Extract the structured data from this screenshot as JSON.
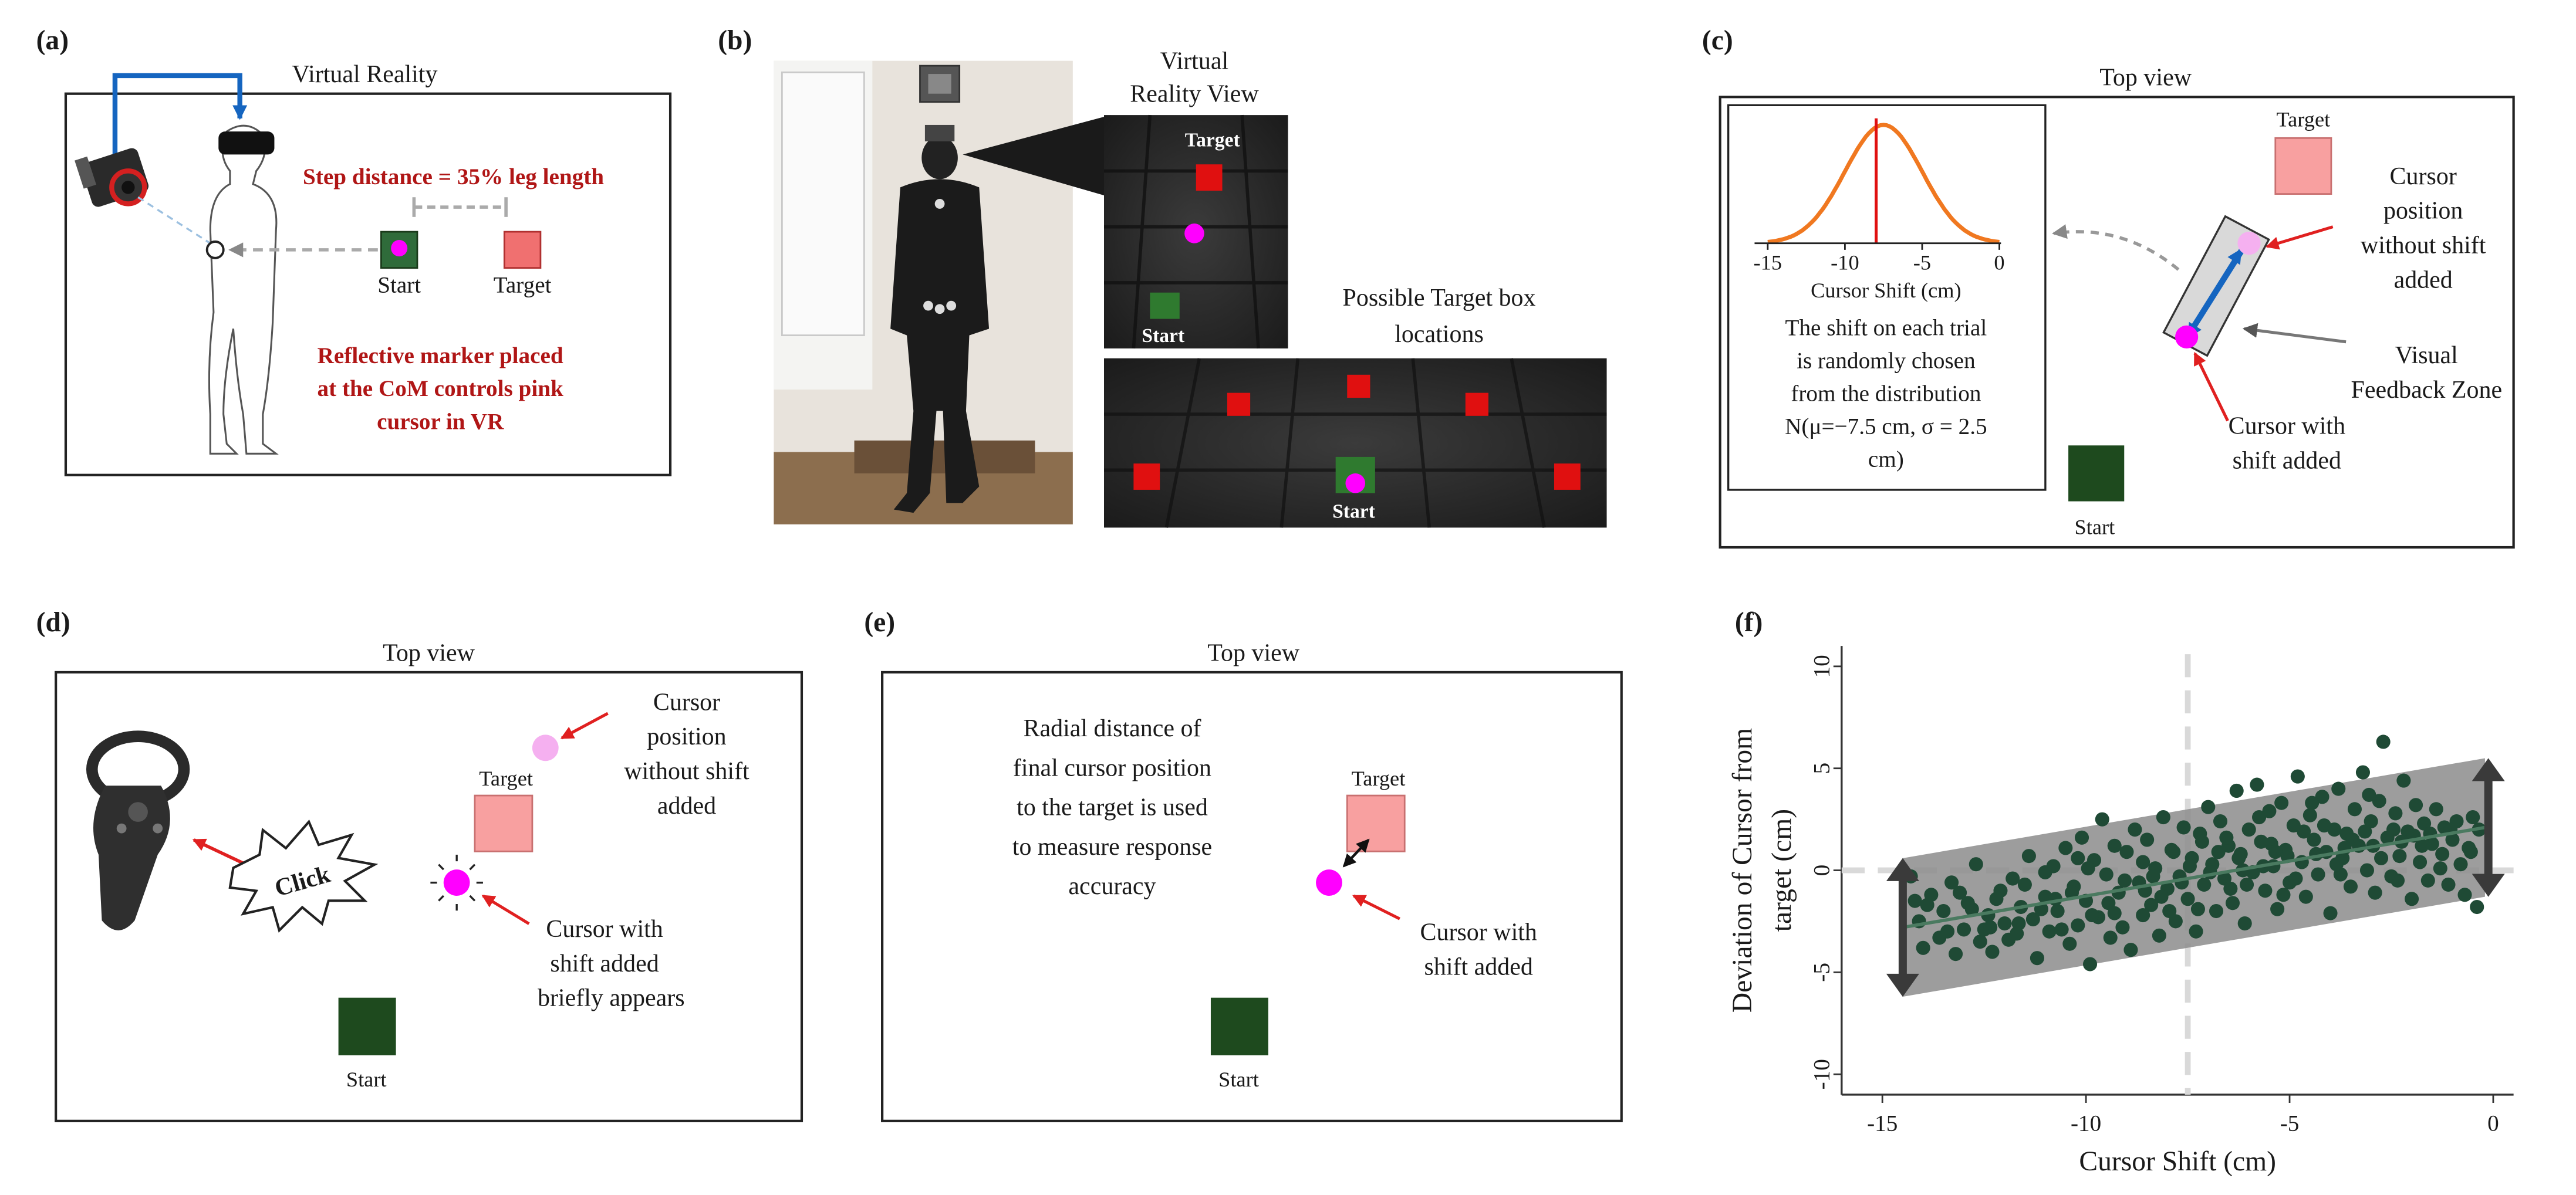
{
  "panels": {
    "a": {
      "label": "(a)",
      "title": "Virtual Reality",
      "step_text": "Step distance = 35% leg length",
      "start": "Start",
      "target": "Target",
      "marker_lines": [
        "Reflective marker placed",
        "at the CoM controls pink",
        "cursor in VR"
      ]
    },
    "b": {
      "label": "(b)",
      "vr_view_lines": [
        "Virtual",
        "Reality View"
      ],
      "vr_target": "Target",
      "vr_start": "Start",
      "possible_lines": [
        "Possible Target box",
        "locations"
      ],
      "start": "Start"
    },
    "c": {
      "label": "(c)",
      "title": "Top view",
      "dist_ticks": [
        "-15",
        "-10",
        "-5",
        "0"
      ],
      "dist_xlabel": "Cursor Shift (cm)",
      "dist_lines": [
        "The shift on each trial",
        "is randomly chosen",
        "from the distribution",
        "N(μ=−7.5 cm, σ = 2.5",
        "cm)"
      ],
      "target": "Target",
      "start": "Start",
      "without_lines": [
        "Cursor",
        "position",
        "without shift",
        "added"
      ],
      "visual_lines": [
        "Visual",
        "Feedback Zone"
      ],
      "with_lines": [
        "Cursor with",
        "shift added"
      ]
    },
    "d": {
      "label": "(d)",
      "title": "Top view",
      "without_lines": [
        "Cursor",
        "position",
        "without shift",
        "added"
      ],
      "target": "Target",
      "click": "Click",
      "with_lines": [
        "Cursor with",
        "shift added",
        "briefly appears"
      ],
      "start": "Start"
    },
    "e": {
      "label": "(e)",
      "title": "Top view",
      "radial_lines": [
        "Radial distance of",
        "final cursor position",
        "to the target is used",
        "to measure response",
        "accuracy"
      ],
      "target": "Target",
      "with_lines": [
        "Cursor with",
        "shift added"
      ],
      "start": "Start"
    },
    "f": {
      "label": "(f)"
    }
  },
  "colors": {
    "pink_cursor": "#ff00ff",
    "light_cursor": "#f5b0f0",
    "target_fill": "#f8a0a0",
    "start_fill": "#1e4a1e",
    "arrow_red": "#e02020",
    "arrow_blue": "#1565c0",
    "point_green": "#1f4a35",
    "band_gray": "#8c8c8c",
    "dist_orange": "#f07820"
  },
  "chart_data": {
    "type": "scatter",
    "xlabel": "Cursor Shift (cm)",
    "ylabel": "Deviation of Cursor from target (cm)",
    "xlim": [
      -16,
      0.5
    ],
    "ylim": [
      -11,
      11
    ],
    "xticks": [
      -15,
      -10,
      -5,
      0
    ],
    "yticks": [
      10,
      5,
      0,
      -5,
      -10
    ],
    "reference_lines": {
      "x": -7.5,
      "y": 0
    },
    "fit": {
      "x": [
        -14.5,
        -0.2
      ],
      "y": [
        -2.8,
        2.1
      ]
    },
    "band_halfwidth": 3.4,
    "points": [
      [
        -14.3,
        -0.3
      ],
      [
        -14.1,
        -2.5
      ],
      [
        -14.0,
        -3.8
      ],
      [
        -13.8,
        -1.2
      ],
      [
        -13.6,
        -3.3
      ],
      [
        -13.5,
        -2.0
      ],
      [
        -13.3,
        -0.6
      ],
      [
        -13.2,
        -4.1
      ],
      [
        -13.0,
        -2.9
      ],
      [
        -12.9,
        -1.6
      ],
      [
        -12.7,
        0.3
      ],
      [
        -12.6,
        -3.5
      ],
      [
        -12.4,
        -2.2
      ],
      [
        -12.3,
        -4.0
      ],
      [
        -12.1,
        -1.0
      ],
      [
        -12.0,
        -2.6
      ],
      [
        -11.8,
        -0.4
      ],
      [
        -11.7,
        -3.1
      ],
      [
        -11.6,
        -1.8
      ],
      [
        -11.4,
        0.7
      ],
      [
        -11.3,
        -2.4
      ],
      [
        -11.2,
        -4.3
      ],
      [
        -11.0,
        -1.3
      ],
      [
        -10.9,
        -3.0
      ],
      [
        -10.8,
        0.2
      ],
      [
        -10.7,
        -2.0
      ],
      [
        -10.5,
        1.1
      ],
      [
        -10.4,
        -3.6
      ],
      [
        -10.3,
        -0.8
      ],
      [
        -10.2,
        -2.7
      ],
      [
        -10.1,
        1.6
      ],
      [
        -10.0,
        -1.5
      ],
      [
        -9.9,
        -4.6
      ],
      [
        -9.8,
        0.5
      ],
      [
        -9.7,
        -2.3
      ],
      [
        -9.6,
        2.5
      ],
      [
        -9.5,
        -0.2
      ],
      [
        -9.4,
        -3.3
      ],
      [
        -9.3,
        1.2
      ],
      [
        -9.2,
        -1.1
      ],
      [
        -9.1,
        -2.8
      ],
      [
        -9.0,
        0.9
      ],
      [
        -8.9,
        -3.9
      ],
      [
        -8.8,
        2.0
      ],
      [
        -8.7,
        -0.6
      ],
      [
        -8.6,
        -2.2
      ],
      [
        -8.5,
        1.5
      ],
      [
        -8.4,
        -1.7
      ],
      [
        -8.3,
        0.1
      ],
      [
        -8.2,
        -3.2
      ],
      [
        -8.1,
        2.6
      ],
      [
        -8.0,
        -0.9
      ],
      [
        -7.9,
        1.0
      ],
      [
        -7.8,
        -2.5
      ],
      [
        -7.7,
        -0.3
      ],
      [
        -7.6,
        2.1
      ],
      [
        -7.5,
        -1.4
      ],
      [
        -7.4,
        0.6
      ],
      [
        -7.3,
        -3.0
      ],
      [
        -7.2,
        1.8
      ],
      [
        -7.1,
        -0.7
      ],
      [
        -7.0,
        3.1
      ],
      [
        -6.9,
        0.3
      ],
      [
        -6.8,
        -2.0
      ],
      [
        -6.7,
        2.4
      ],
      [
        -6.6,
        -0.4
      ],
      [
        -6.5,
        1.2
      ],
      [
        -6.4,
        -1.6
      ],
      [
        -6.3,
        3.9
      ],
      [
        -6.2,
        0.8
      ],
      [
        -6.1,
        -2.6
      ],
      [
        -6.0,
        2.0
      ],
      [
        -5.9,
        -0.1
      ],
      [
        -5.8,
        4.2
      ],
      [
        -5.7,
        1.4
      ],
      [
        -5.6,
        -1.0
      ],
      [
        -5.5,
        2.9
      ],
      [
        -5.4,
        0.2
      ],
      [
        -5.3,
        -1.9
      ],
      [
        -5.2,
        3.3
      ],
      [
        -5.1,
        1.0
      ],
      [
        -5.0,
        -0.6
      ],
      [
        -4.9,
        2.2
      ],
      [
        -4.8,
        4.6
      ],
      [
        -4.7,
        0.4
      ],
      [
        -4.6,
        -1.3
      ],
      [
        -4.5,
        2.7
      ],
      [
        -4.4,
        1.5
      ],
      [
        -4.3,
        -0.2
      ],
      [
        -4.2,
        3.6
      ],
      [
        -4.1,
        0.9
      ],
      [
        -4.0,
        -2.1
      ],
      [
        -3.9,
        2.0
      ],
      [
        -3.8,
        4.0
      ],
      [
        -3.7,
        0.6
      ],
      [
        -3.6,
        1.8
      ],
      [
        -3.5,
        -0.8
      ],
      [
        -3.4,
        3.0
      ],
      [
        -3.3,
        1.2
      ],
      [
        -3.2,
        4.8
      ],
      [
        -3.1,
        0.0
      ],
      [
        -3.0,
        2.4
      ],
      [
        -2.9,
        -1.1
      ],
      [
        -2.8,
        3.4
      ],
      [
        -2.7,
        6.3
      ],
      [
        -2.6,
        1.6
      ],
      [
        -2.5,
        -0.3
      ],
      [
        -2.4,
        2.8
      ],
      [
        -2.3,
        0.7
      ],
      [
        -2.2,
        4.4
      ],
      [
        -2.1,
        1.9
      ],
      [
        -2.0,
        -1.4
      ],
      [
        -1.9,
        3.2
      ],
      [
        -1.8,
        0.4
      ],
      [
        -1.7,
        2.3
      ],
      [
        -1.6,
        -0.5
      ],
      [
        -1.5,
        1.3
      ],
      [
        -1.4,
        3.0
      ],
      [
        -1.3,
        0.1
      ],
      [
        -1.2,
        2.1
      ],
      [
        -1.1,
        -0.7
      ],
      [
        -1.0,
        1.5
      ],
      [
        -0.9,
        2.4
      ],
      [
        -0.8,
        0.3
      ],
      [
        -0.7,
        -1.2
      ],
      [
        -0.6,
        1.1
      ],
      [
        -0.5,
        2.6
      ],
      [
        -0.4,
        -1.8
      ],
      [
        -12.8,
        -1.9
      ],
      [
        -11.5,
        -0.7
      ],
      [
        -10.6,
        -2.9
      ],
      [
        -9.95,
        0.1
      ],
      [
        -8.55,
        -1.0
      ],
      [
        -7.85,
        0.9
      ],
      [
        -7.25,
        -1.9
      ],
      [
        -6.55,
        1.6
      ],
      [
        -6.15,
        0.0
      ],
      [
        -5.45,
        1.3
      ],
      [
        -4.85,
        -0.4
      ],
      [
        -4.15,
        2.2
      ],
      [
        -3.45,
        1.5
      ],
      [
        -2.75,
        0.6
      ],
      [
        -1.95,
        1.7
      ],
      [
        -1.25,
        0.8
      ],
      [
        -13.9,
        -1.7
      ],
      [
        -12.2,
        -1.4
      ],
      [
        -11.1,
        -1.9
      ],
      [
        -10.35,
        -1.1
      ],
      [
        -9.45,
        -1.6
      ],
      [
        -8.35,
        -0.3
      ],
      [
        -7.65,
        -0.6
      ],
      [
        -6.95,
        -0.1
      ],
      [
        -6.25,
        0.6
      ],
      [
        -5.65,
        0.2
      ],
      [
        -5.05,
        0.7
      ],
      [
        -4.35,
        0.8
      ],
      [
        -3.65,
        1.1
      ],
      [
        -2.95,
        1.2
      ],
      [
        -2.25,
        1.4
      ],
      [
        -1.55,
        1.8
      ],
      [
        -13.4,
        -3.0
      ],
      [
        -12.5,
        -2.9
      ],
      [
        -11.9,
        -3.4
      ],
      [
        -11.0,
        -0.1
      ],
      [
        -10.2,
        0.6
      ],
      [
        -9.3,
        -2.1
      ],
      [
        -8.6,
        0.4
      ],
      [
        -7.95,
        -2.0
      ],
      [
        -7.15,
        1.4
      ],
      [
        -6.45,
        -0.9
      ],
      [
        -5.75,
        2.6
      ],
      [
        -5.15,
        -1.2
      ],
      [
        -4.45,
        3.3
      ],
      [
        -3.75,
        -0.2
      ],
      [
        -3.05,
        3.7
      ],
      [
        -2.35,
        -0.5
      ],
      [
        -14.2,
        -1.5
      ],
      [
        -13.1,
        -1.1
      ],
      [
        -12.35,
        -2.8
      ],
      [
        -11.65,
        -2.6
      ],
      [
        -10.75,
        -1.4
      ],
      [
        -9.85,
        -2.2
      ],
      [
        -9.05,
        -0.5
      ],
      [
        -8.15,
        -1.3
      ],
      [
        -7.45,
        0.2
      ],
      [
        -6.75,
        0.9
      ],
      [
        -6.05,
        -0.7
      ],
      [
        -5.35,
        0.9
      ],
      [
        -4.65,
        1.9
      ],
      [
        -3.85,
        0.3
      ],
      [
        -3.15,
        1.9
      ],
      [
        -2.45,
        2.0
      ],
      [
        -1.75,
        1.2
      ],
      [
        -1.05,
        2.0
      ],
      [
        -0.55,
        0.9
      ],
      [
        -0.35,
        2.0
      ]
    ]
  }
}
